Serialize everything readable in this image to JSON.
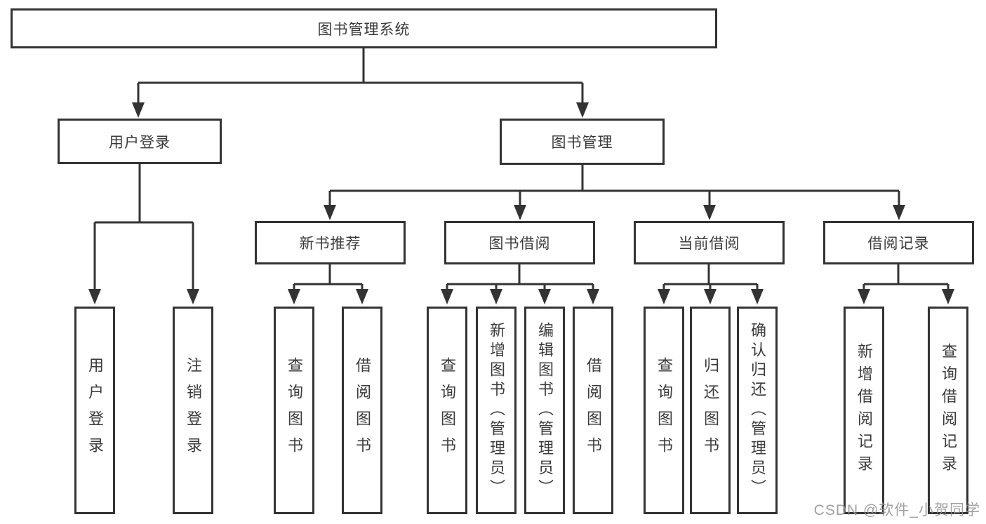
{
  "tree": {
    "root": "图书管理系统",
    "branches": [
      {
        "label": "用户登录",
        "children": [
          "用户登录",
          "注销登录"
        ]
      },
      {
        "label": "图书管理",
        "groups": [
          {
            "label": "新书推荐",
            "children": [
              "查询图书",
              "借阅图书"
            ]
          },
          {
            "label": "图书借阅",
            "children": [
              "查询图书",
              "新增图书（管理员）",
              "编辑图书（管理员）",
              "借阅图书"
            ]
          },
          {
            "label": "当前借阅",
            "children": [
              "查询图书",
              "归还图书",
              "确认归还（管理员）"
            ]
          },
          {
            "label": "借阅记录",
            "children": [
              "新增借阅记录",
              "查询借阅记录"
            ]
          }
        ]
      }
    ]
  },
  "watermark": {
    "text": "CSDN @软件_小贺同学"
  },
  "colors": {
    "line": "#333333",
    "text": "#3b3b3b",
    "watermark": "#919191",
    "background": "#ffffff"
  }
}
